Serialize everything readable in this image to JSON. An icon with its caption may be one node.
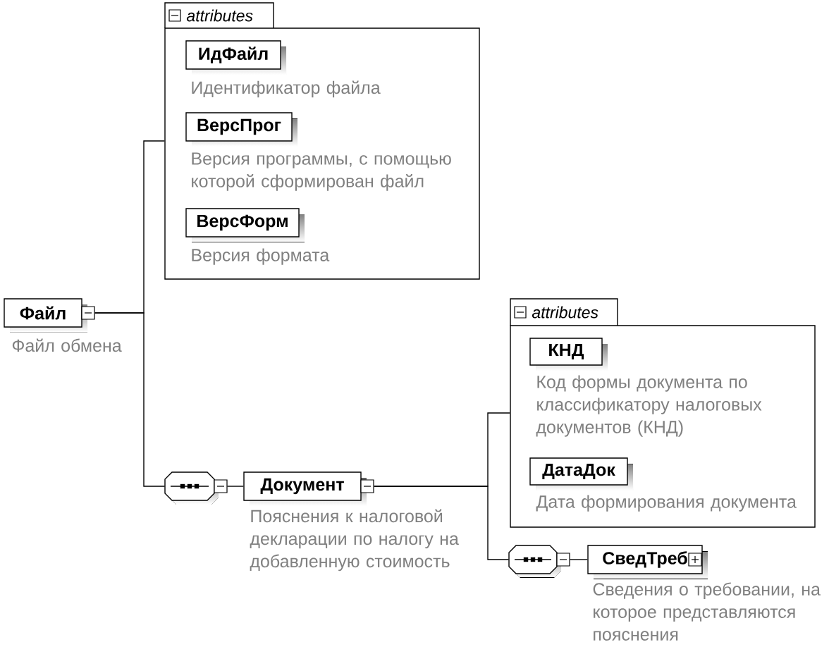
{
  "diagram": {
    "nodes": [
      {
        "text": [
          "Файл"
        ],
        "beside": [
          "Файл обмена"
        ]
      },
      {
        "text": [
          "attributes"
        ]
      },
      {
        "text": [
          "ИдФайл"
        ],
        "in": 1,
        "beside": [
          "Идентификатор файла"
        ]
      },
      {
        "text": [
          "ВерсПрог"
        ],
        "in": 1,
        "beside": [
          "Версия программы, с помощью которой сформирован файл"
        ]
      },
      {
        "text": [
          "ВерсФорм"
        ],
        "in": 1,
        "beside": [
          "Версия формата"
        ]
      },
      {
        "text": [],
        "shape": "octagon"
      },
      {
        "text": [
          "Документ"
        ],
        "beside": [
          "Пояснения к налоговой декларации по налогу на добавленную стоимость"
        ]
      },
      {
        "text": [
          "attributes"
        ]
      },
      {
        "text": [
          "КНД"
        ],
        "in": 7,
        "beside": [
          "Код формы документа по классификатору налоговых документов (КНД)"
        ]
      },
      {
        "text": [
          "ДатаДок"
        ],
        "in": 7,
        "beside": [
          "Дата формирования документа"
        ]
      },
      {
        "text": [],
        "shape": "octagon"
      },
      {
        "text": [
          "СведТреб"
        ],
        "beside": [
          "Сведения о требовании, на которое представляются пояснения"
        ]
      }
    ],
    "edges": [
      {
        "from": 0,
        "to": 1,
        "arrow": "none"
      },
      {
        "from": 0,
        "to": 5,
        "arrow": "none"
      },
      {
        "from": 5,
        "to": 6,
        "arrow": "none"
      },
      {
        "from": 6,
        "to": 7,
        "arrow": "none"
      },
      {
        "from": 6,
        "to": 10,
        "arrow": "none"
      },
      {
        "from": 10,
        "to": 11,
        "arrow": "none"
      }
    ]
  }
}
